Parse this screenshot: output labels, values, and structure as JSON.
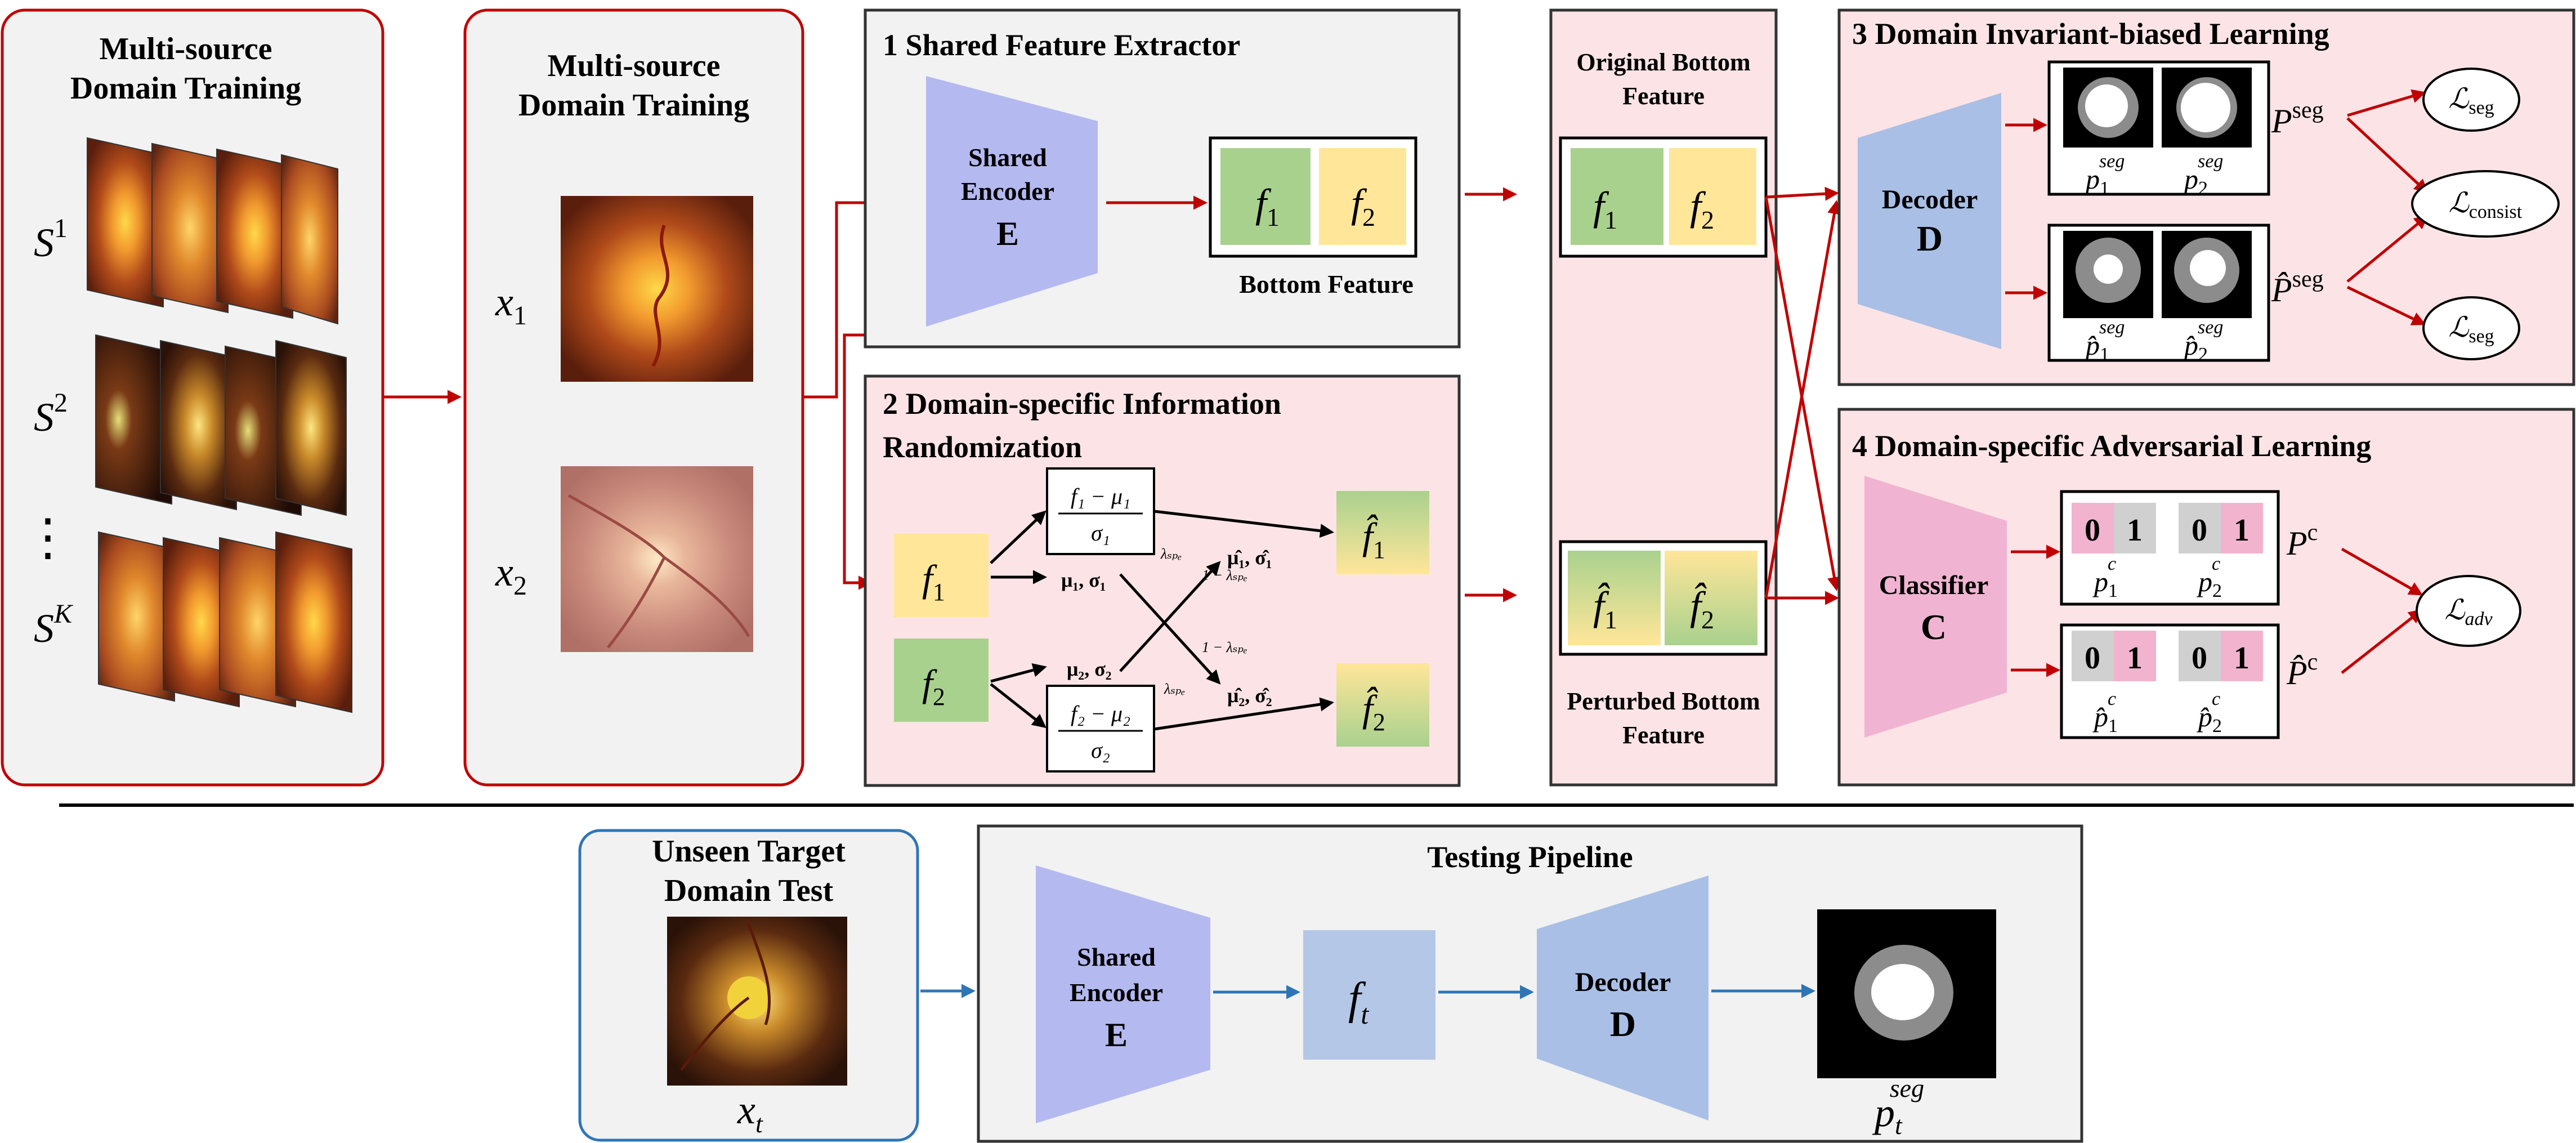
{
  "panels": {
    "msdt_left_title": [
      "Multi-source",
      "Domain Training"
    ],
    "msdt_right_title": [
      "Multi-source",
      "Domain Training"
    ],
    "source_labels": {
      "s1": "S",
      "s1_sup": "1",
      "s2": "S",
      "s2_sup": "2",
      "sk": "S",
      "sk_sup": "K",
      "dots": "⋮"
    },
    "sample_labels": {
      "x1": "x",
      "x1_sub": "1",
      "x2": "x",
      "x2_sub": "2"
    },
    "extractor": {
      "title": "1 Shared Feature Extractor",
      "encoder": [
        "Shared",
        "Encoder",
        "E"
      ],
      "f1": "f",
      "f1_sub": "1",
      "f2": "f",
      "f2_sub": "2",
      "caption": "Bottom Feature"
    },
    "randomization": {
      "title": [
        "2 Domain-specific Information",
        "Randomization"
      ],
      "f1": "f",
      "f1_sub": "1",
      "f2": "f",
      "f2_sub": "2",
      "norm1_num": "f₁ − μ₁",
      "norm1_den": "σ₁",
      "norm2_num": "f₂ − μ₂",
      "norm2_den": "σ₂",
      "stats1": "μ₁, σ₁",
      "stats2": "μ₂, σ₂",
      "hat_stats1": "μ̂₁, σ̂₁",
      "hat_stats2": "μ̂₂, σ̂₂",
      "lam_a": "λₛₚₑ",
      "lam_b": "1 − λₛₚₑ",
      "lam_c": "1 − λₛₚₑ",
      "lam_d": "λₛₚₑ",
      "fhat1": "f̂",
      "fhat1_sub": "1",
      "fhat2": "f̂",
      "fhat2_sub": "2"
    },
    "features": {
      "original_caption": [
        "Original Bottom",
        "Feature"
      ],
      "perturbed_caption": [
        "Perturbed Bottom",
        "Feature"
      ],
      "f1": "f",
      "f1_sub": "1",
      "f2": "f",
      "f2_sub": "2",
      "fhat1": "f̂",
      "fhat1_sub": "1",
      "fhat2": "f̂",
      "fhat2_sub": "2"
    },
    "invariant": {
      "title": "3 Domain Invariant-biased Learning",
      "decoder": [
        "Decoder",
        "D"
      ],
      "p1": "p",
      "p1_sub": "1",
      "p1_sup": "seg",
      "p2": "p",
      "p2_sub": "2",
      "p2_sup": "seg",
      "ph1": "p̂",
      "ph1_sub": "1",
      "ph1_sup": "seg",
      "ph2": "p̂",
      "ph2_sub": "2",
      "ph2_sup": "seg",
      "P_seg": "P",
      "P_seg_sup": "seg",
      "Ph_seg": "P̂",
      "Ph_seg_sup": "seg",
      "loss_seg_top": "ℒ",
      "loss_seg_top_sub": "seg",
      "loss_consist": "ℒ",
      "loss_consist_sub": "consist",
      "loss_seg_bottom": "ℒ",
      "loss_seg_bottom_sub": "seg"
    },
    "adversarial": {
      "title": "4 Domain-specific Adversarial Learning",
      "classifier": [
        "Classifier",
        "C"
      ],
      "top_pair_1": [
        "0",
        "1"
      ],
      "top_pair_2": [
        "0",
        "1"
      ],
      "bot_pair_1": [
        "0",
        "1"
      ],
      "bot_pair_2": [
        "0",
        "1"
      ],
      "pc1": "p",
      "pc1_sub": "1",
      "pc1_sup": "c",
      "pc2": "p",
      "pc2_sub": "2",
      "pc2_sup": "c",
      "phc1": "p̂",
      "phc1_sub": "1",
      "phc1_sup": "c",
      "phc2": "p̂",
      "phc2_sub": "2",
      "phc2_sup": "c",
      "P_c": "P",
      "P_c_sup": "c",
      "Ph_c": "P̂",
      "Ph_c_sup": "c",
      "loss_adv": "ℒ",
      "loss_adv_sub": "adv"
    },
    "testing": {
      "target_title": [
        "Unseen Target",
        "Domain Test"
      ],
      "xt": "x",
      "xt_sub": "t",
      "pipeline_title": "Testing Pipeline",
      "encoder": [
        "Shared",
        "Encoder",
        "E"
      ],
      "ft": "f",
      "ft_sub": "t",
      "decoder": [
        "Decoder",
        "D"
      ],
      "pt": "p",
      "pt_sub": "t",
      "pt_sup": "seg"
    }
  },
  "colors": {
    "red_border": "#c00000",
    "blue_border": "#2e75b6",
    "gray_fill": "#f2f2f2",
    "pink_fill": "#fce4e6",
    "encoder": "#b4b9f0",
    "decoder": "#a9bfe6",
    "classifier": "#f0b4d2",
    "green": "#a9d18e",
    "yellow": "#ffe699",
    "pink_cell": "#f2b3cf",
    "gray_cell": "#d0d0d0"
  }
}
